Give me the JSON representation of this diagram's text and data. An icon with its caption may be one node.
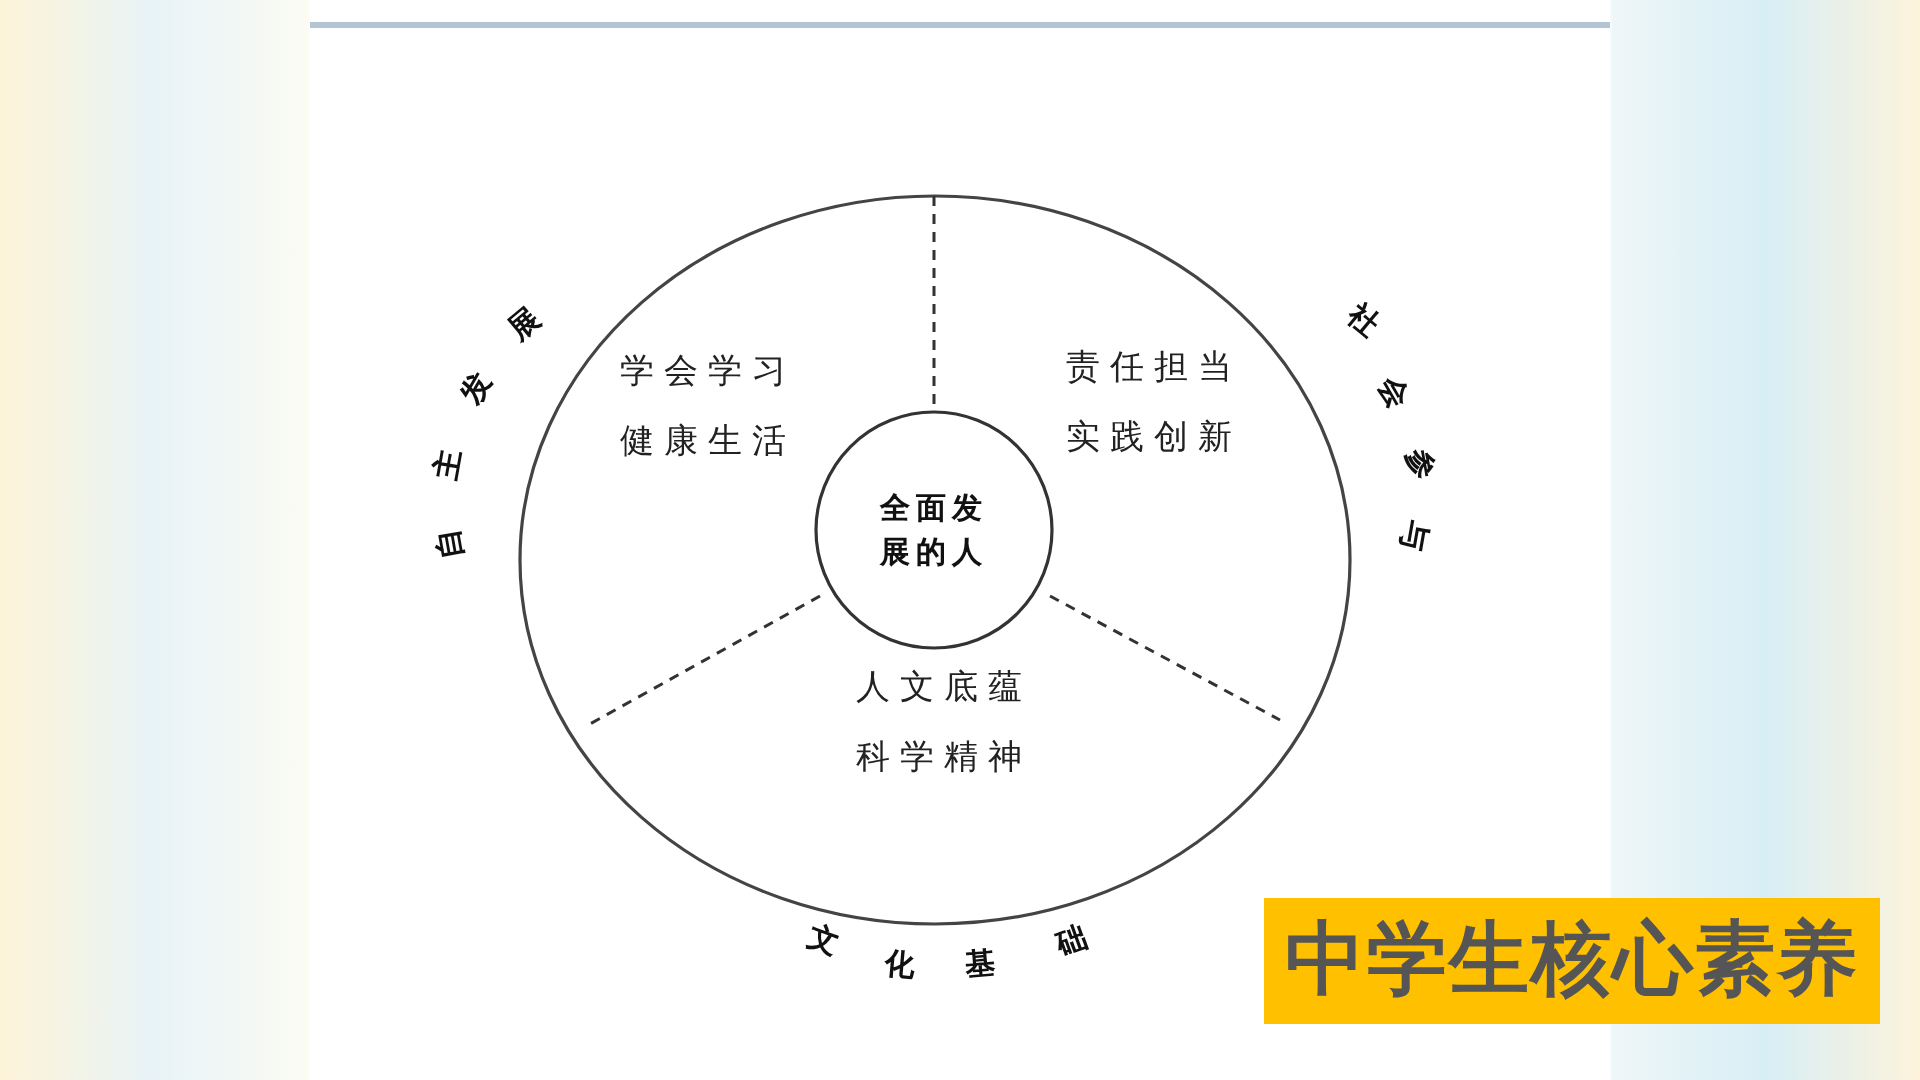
{
  "diagram": {
    "title": "中学生核心素养",
    "nodes": [
      {
        "text": [],
        "shape": "circle"
      },
      {
        "text": [
          "学会学习",
          "健康生活"
        ],
        "in": 0
      },
      {
        "text": [
          "责任担当",
          "实践创新"
        ],
        "in": 0
      },
      {
        "text": [
          "人文底蕴",
          "科学精神"
        ],
        "in": 0
      },
      {
        "text": [
          "全面发展的人"
        ],
        "in": 0
      }
    ],
    "labels": [
      "自主发展",
      "社会参与",
      "文化基础"
    ]
  }
}
